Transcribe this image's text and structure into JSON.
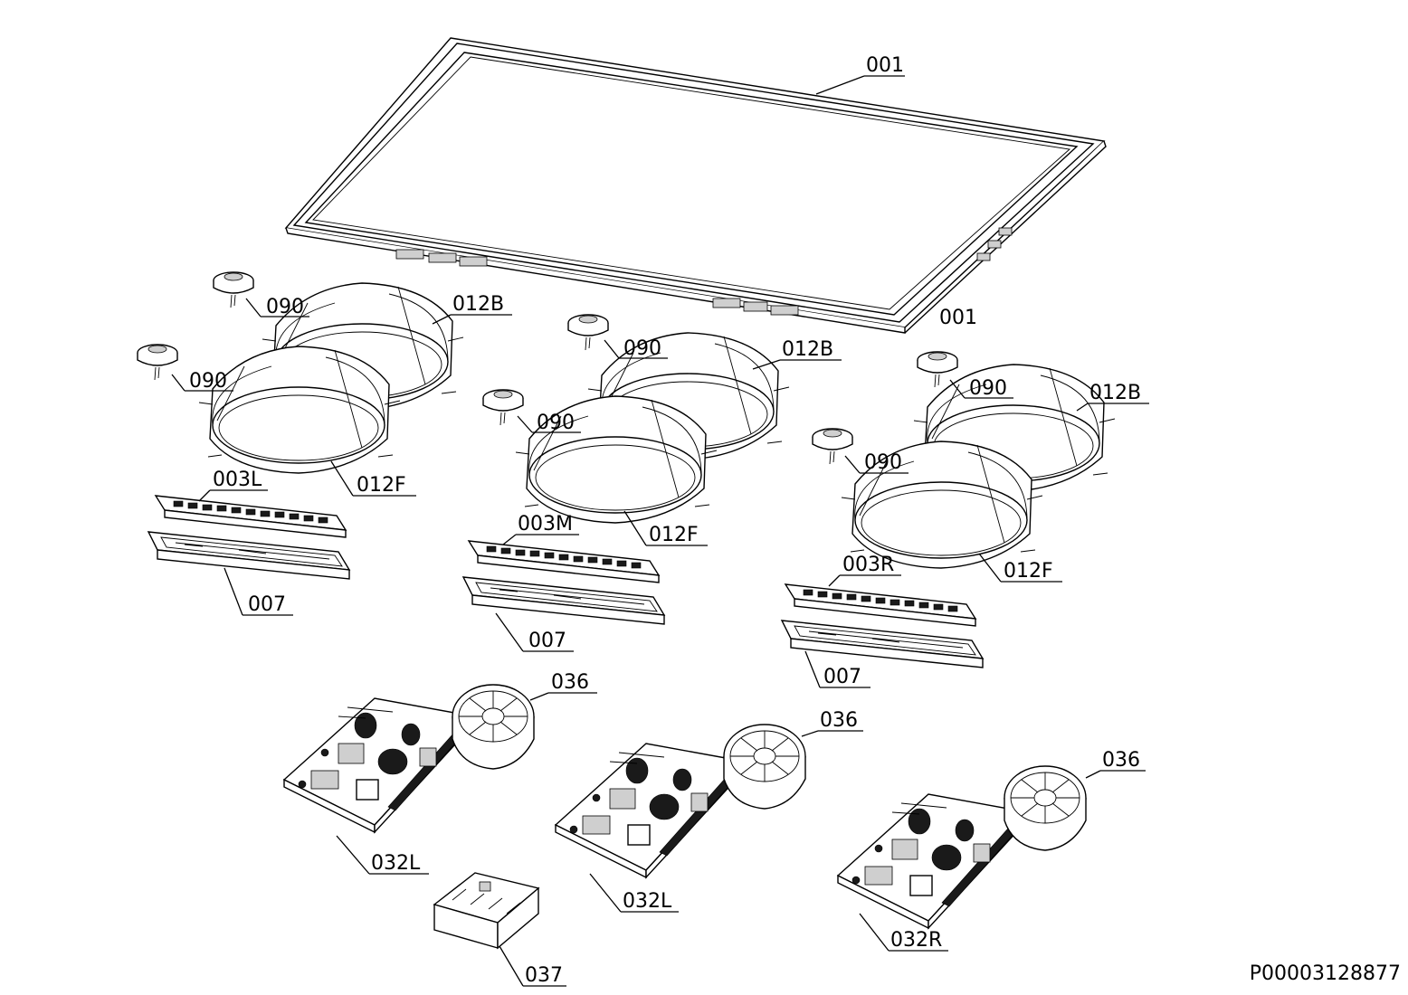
{
  "document_id": "P00003128877",
  "labels": {
    "l001a": "001",
    "l001b": "001",
    "l090_1": "090",
    "l090_2": "090",
    "l090_3": "090",
    "l090_4": "090",
    "l090_5": "090",
    "l090_6": "090",
    "l012B_1": "012B",
    "l012B_2": "012B",
    "l012B_3": "012B",
    "l012F_1": "012F",
    "l012F_2": "012F",
    "l012F_3": "012F",
    "l003L": "003L",
    "l003M": "003M",
    "l003R": "003R",
    "l007_1": "007",
    "l007_2": "007",
    "l007_3": "007",
    "l036_1": "036",
    "l036_2": "036",
    "l036_3": "036",
    "l032L_1": "032L",
    "l032L_2": "032L",
    "l032R": "032R",
    "l037": "037"
  }
}
